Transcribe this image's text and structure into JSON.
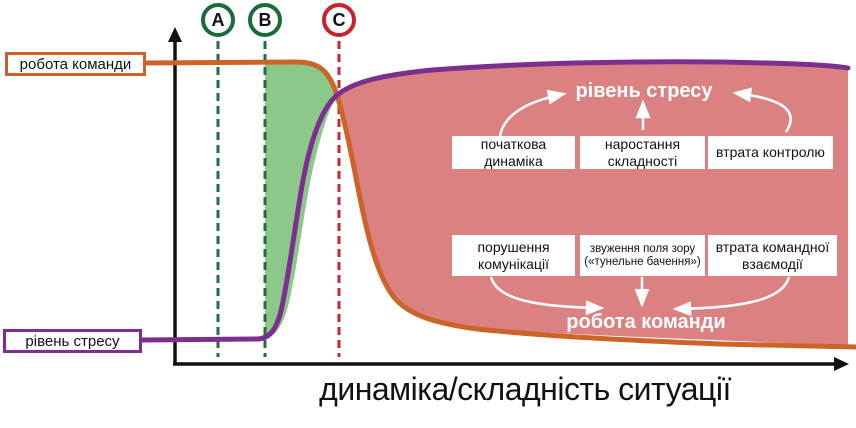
{
  "diagram": {
    "kind": "stress-vs-teamwork conceptual diagram",
    "language": "Ukrainian"
  },
  "axis": {
    "x_label": "динаміка/складність ситуації"
  },
  "curve_labels": {
    "teamwork": "робота команди",
    "stress": "рівень стресу"
  },
  "markers": [
    {
      "label": "A",
      "color": "#1a6b38"
    },
    {
      "label": "B",
      "color": "#1a6b38"
    },
    {
      "label": "C",
      "color": "#c8232a"
    }
  ],
  "cycle": {
    "stress_title": "рівень стресу",
    "teamwork_title": "робота команди",
    "top_boxes": [
      "початкова динаміка",
      "наростання складності",
      "втрата контролю"
    ],
    "bottom_boxes": [
      "порушення комунікації",
      "звуження поля зору («тунельне бачення»)",
      "втрата командної взаємодії"
    ]
  },
  "colors": {
    "teamwork_curve": "#cc6329",
    "stress_curve": "#7d2f8f",
    "green_zone": "#8bc88a",
    "pink_zone": "#dc8181",
    "marker_green": "#1a6b38",
    "marker_red": "#c8232a",
    "axis": "#111111"
  },
  "chart_data": {
    "type": "line",
    "title": "",
    "xlabel": "динаміка/складність ситуації",
    "ylabel": "",
    "series": [
      {
        "name": "робота команди",
        "color": "#cc6329",
        "shape": "high plateau until C, steep drop, low declining tail"
      },
      {
        "name": "рівень стресу",
        "color": "#7d2f8f",
        "shape": "low plateau until B, steep rise, high plateau after C"
      }
    ],
    "zones": [
      {
        "name": "green zone",
        "between": "B and C, between the two curves",
        "color": "#8bc88a"
      },
      {
        "name": "pink overload zone",
        "between": "after C, between the two curves",
        "color": "#dc8181"
      }
    ],
    "markers_x_order": [
      "A",
      "B",
      "C"
    ]
  }
}
